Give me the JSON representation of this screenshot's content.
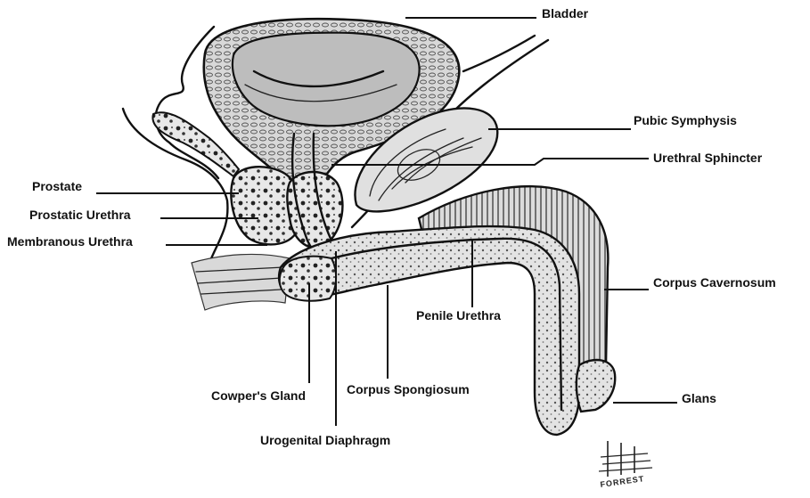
{
  "labels": {
    "bladder": "Bladder",
    "pubic_symphysis": "Pubic Symphysis",
    "urethral_sphincter": "Urethral Sphincter",
    "prostate": "Prostate",
    "prostatic_urethra": "Prostatic Urethra",
    "membranous_urethra": "Membranous Urethra",
    "corpus_cavernosum": "Corpus Cavernosum",
    "penile_urethra": "Penile Urethra",
    "glans": "Glans",
    "cowpers_gland": "Cowper's Gland",
    "corpus_spongiosum": "Corpus Spongiosum",
    "urogenital_diaphragm": "Urogenital Diaphragm"
  },
  "signature": "FORREST",
  "colors": {
    "ink": "#111111",
    "tissue": "#e6e6e6",
    "lumen": "#c9c9c9",
    "background": "#ffffff"
  }
}
